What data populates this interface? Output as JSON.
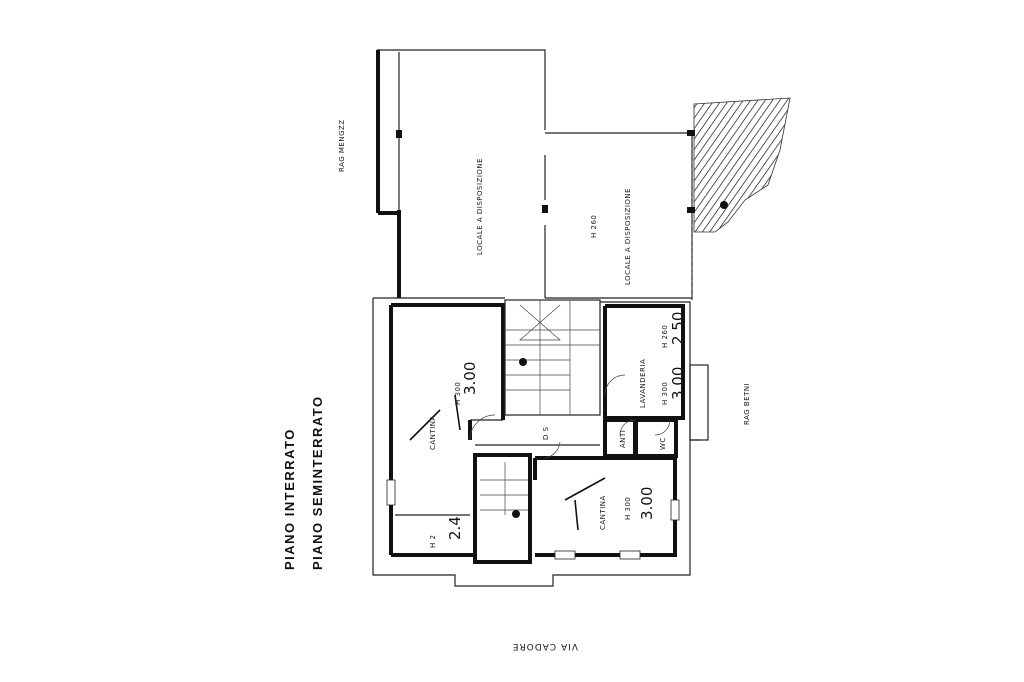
{
  "titles": {
    "line1": "PIANO INTERRATO",
    "line2": "PIANO SEMINTERRATO"
  },
  "street": {
    "label": "VIA CADORE"
  },
  "neighbours": {
    "left": "RAG MENGZZ",
    "right": "RAG BETNI"
  },
  "rooms": {
    "locale_left": {
      "label": "LOCALE A DISPOSIZIONE"
    },
    "locale_right": {
      "label": "LOCALE A DISPOSIZIONE",
      "height": "H 260"
    },
    "cantina_left": {
      "label": "CANTINA",
      "height": "H 300",
      "handwritten": "3.00"
    },
    "lavanderia": {
      "label": "LAVANDERIA",
      "height_top": "H 260",
      "hand_top": "2.50",
      "height_bottom": "H 300",
      "hand_bottom": "3.00"
    },
    "cantina_right": {
      "label": "CANTINA",
      "height": "H 300",
      "handwritten": "3.00"
    },
    "ds": {
      "label": "D S"
    },
    "anti": {
      "label": "ANTI"
    },
    "wc": {
      "label": "WC"
    },
    "small_room": {
      "label": "H 2",
      "handwritten": "2.4"
    }
  }
}
